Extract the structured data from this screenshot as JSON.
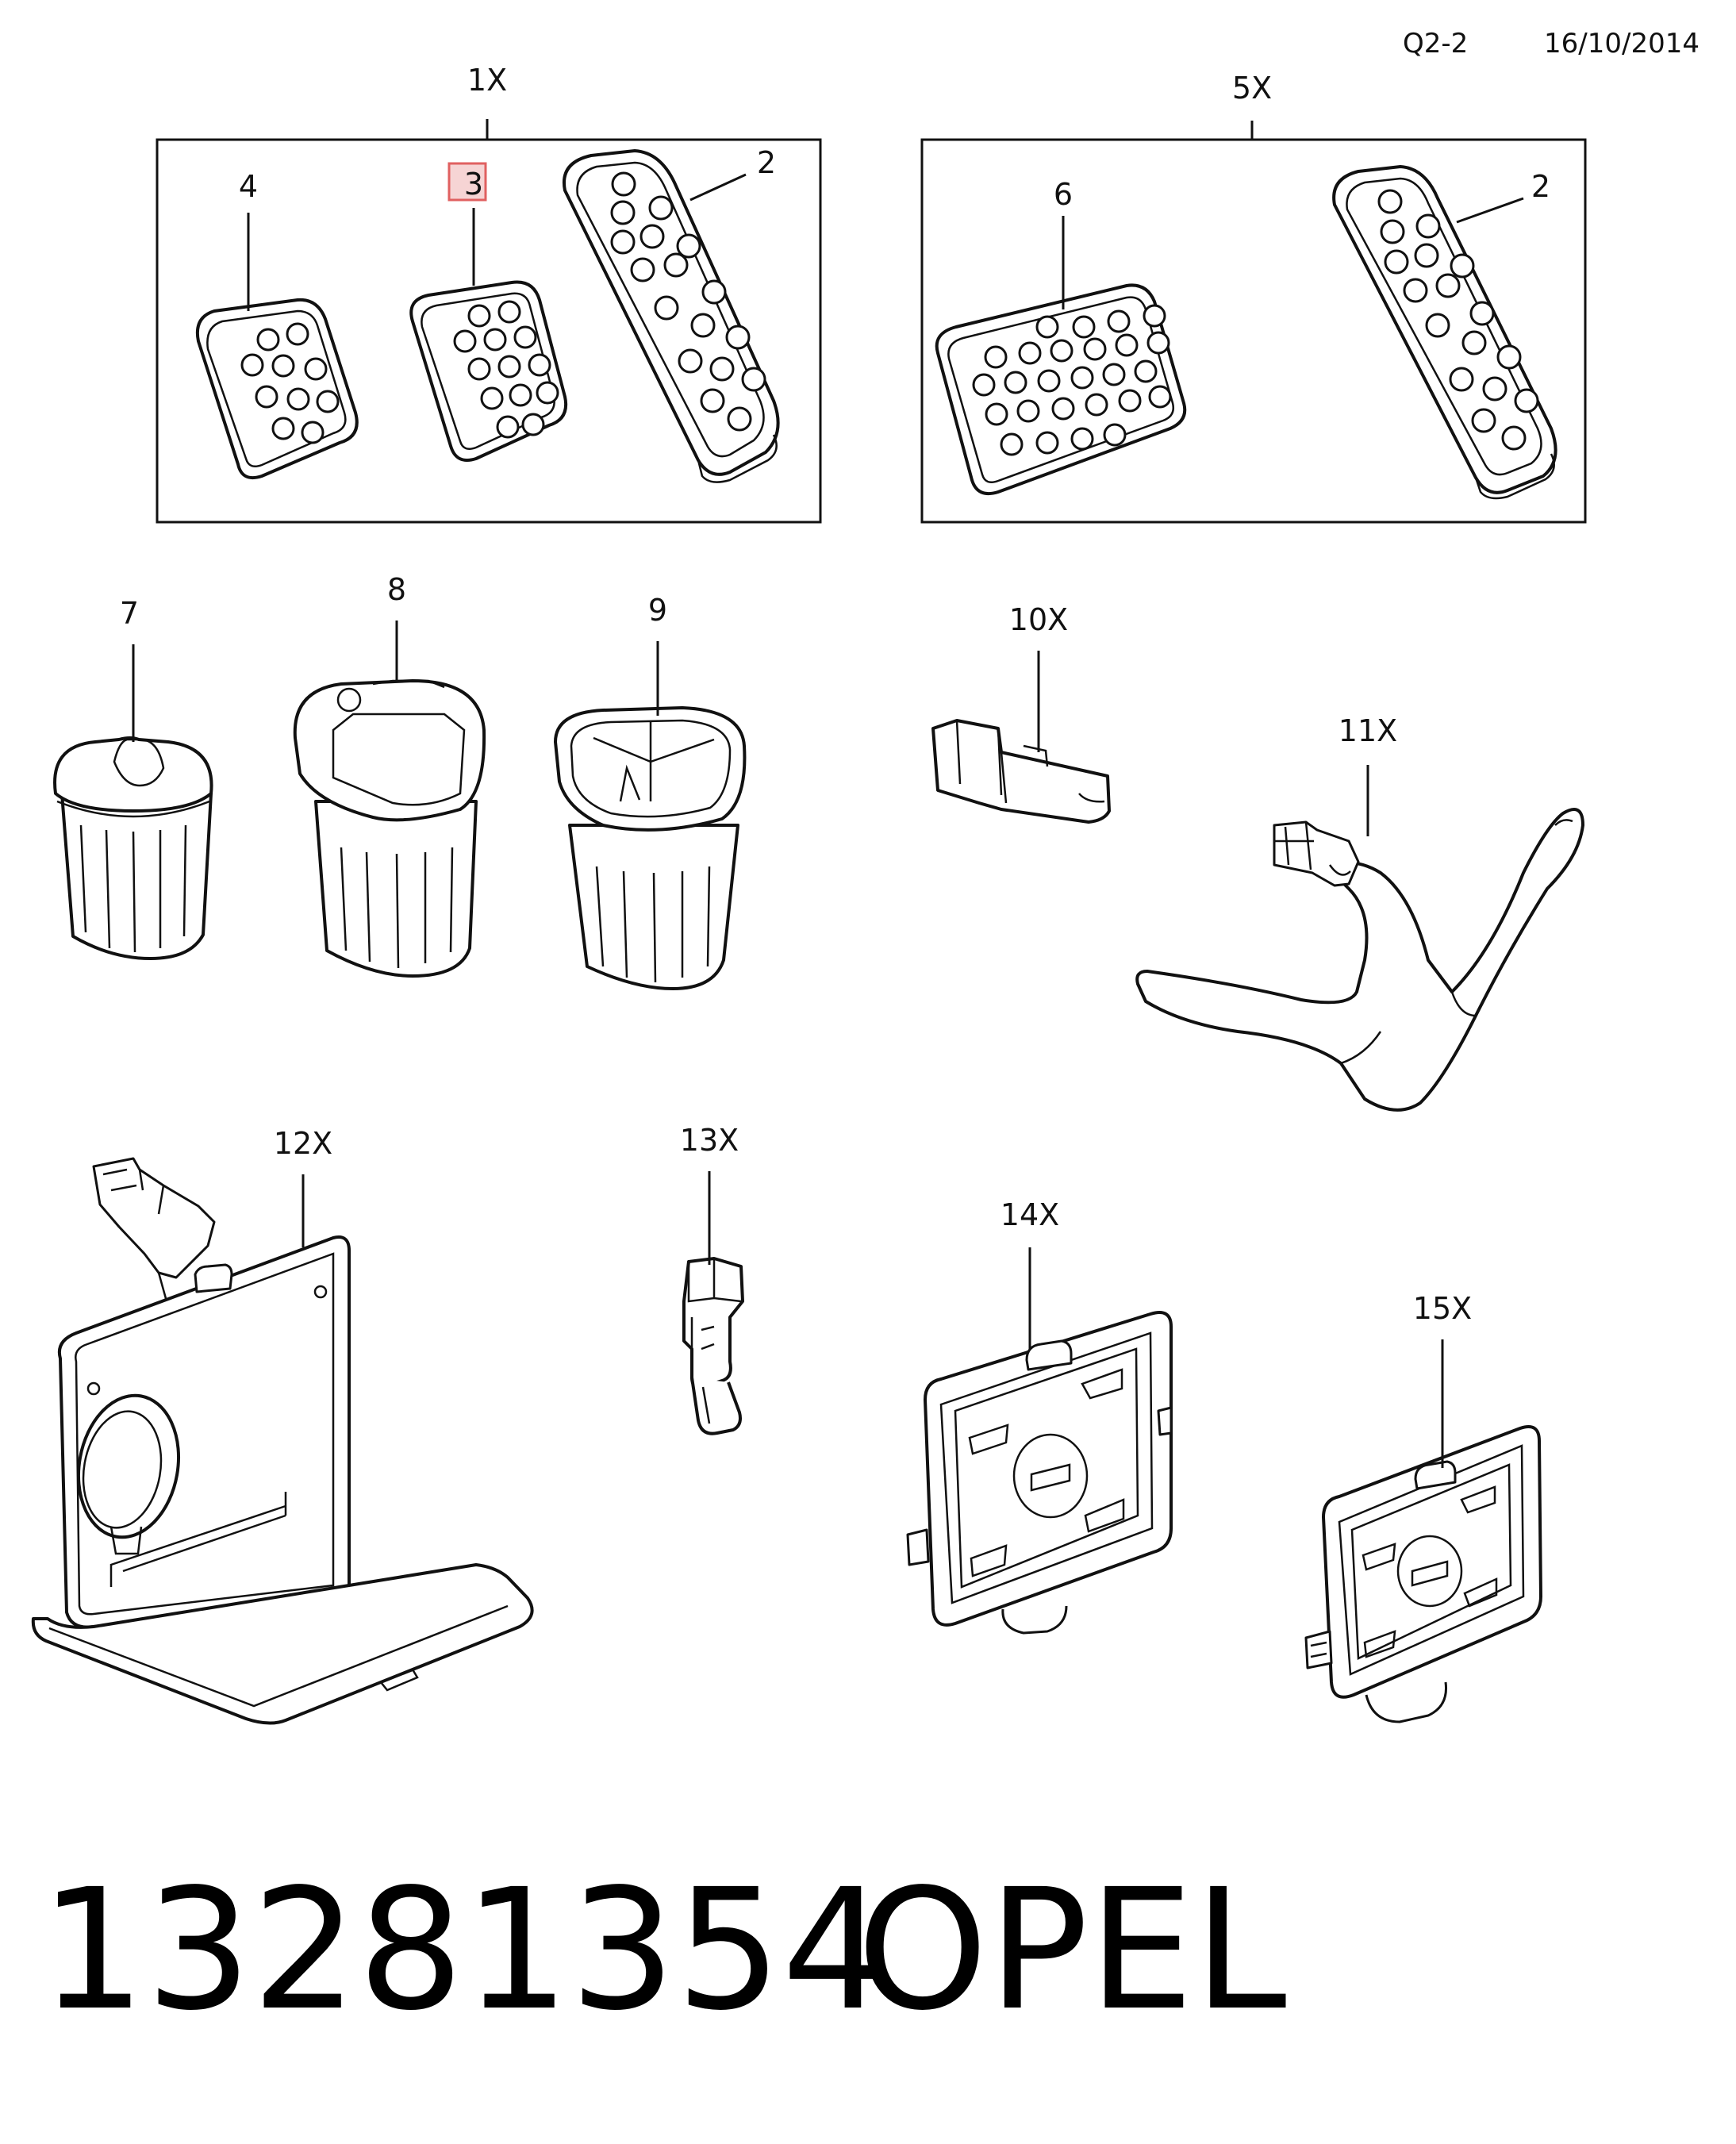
{
  "header": {
    "sheet": "Q2-2",
    "date": "16/10/2014"
  },
  "callouts": [
    {
      "key": "1X",
      "text": "1X"
    },
    {
      "key": "2a",
      "text": "2"
    },
    {
      "key": "3",
      "text": "3"
    },
    {
      "key": "4",
      "text": "4"
    },
    {
      "key": "5X",
      "text": "5X"
    },
    {
      "key": "6",
      "text": "6"
    },
    {
      "key": "2b",
      "text": "2"
    },
    {
      "key": "7",
      "text": "7"
    },
    {
      "key": "8",
      "text": "8"
    },
    {
      "key": "9",
      "text": "9"
    },
    {
      "key": "10X",
      "text": "10X"
    },
    {
      "key": "11X",
      "text": "11X"
    },
    {
      "key": "12X",
      "text": "12X"
    },
    {
      "key": "13X",
      "text": "13X"
    },
    {
      "key": "14X",
      "text": "14X"
    },
    {
      "key": "15X",
      "text": "15X"
    }
  ],
  "highlighted_callout": "3",
  "highlight_color": "#e06060",
  "footer": {
    "part_number": "13281354",
    "brand": "OPEL"
  }
}
